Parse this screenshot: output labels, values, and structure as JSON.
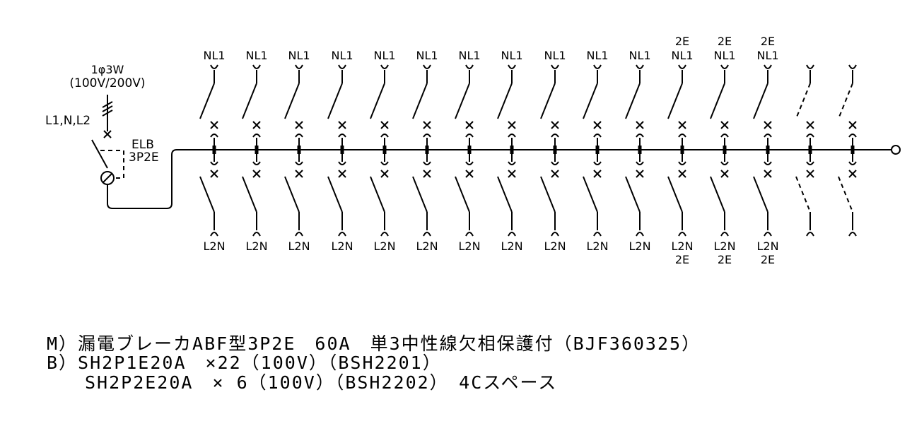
{
  "main_breaker": {
    "supply_system": "1φ3W",
    "supply_voltage": "(100V/200V)",
    "phases": "L1,N,L2",
    "type": "ELB",
    "poles": "3P2E"
  },
  "branches": [
    {
      "top_label": "NL1",
      "bottom_label": "L2N",
      "dashed": false
    },
    {
      "top_label": "NL1",
      "bottom_label": "L2N",
      "dashed": false
    },
    {
      "top_label": "NL1",
      "bottom_label": "L2N",
      "dashed": false
    },
    {
      "top_label": "NL1",
      "bottom_label": "L2N",
      "dashed": false
    },
    {
      "top_label": "NL1",
      "bottom_label": "L2N",
      "dashed": false
    },
    {
      "top_label": "NL1",
      "bottom_label": "L2N",
      "dashed": false
    },
    {
      "top_label": "NL1",
      "bottom_label": "L2N",
      "dashed": false
    },
    {
      "top_label": "NL1",
      "bottom_label": "L2N",
      "dashed": false
    },
    {
      "top_label": "NL1",
      "bottom_label": "L2N",
      "dashed": false
    },
    {
      "top_label": "NL1",
      "bottom_label": "L2N",
      "dashed": false
    },
    {
      "top_label": "NL1",
      "bottom_label": "L2N",
      "dashed": false
    },
    {
      "top_label": "NL1",
      "top_sub": "2E",
      "bottom_label": "L2N",
      "bottom_sub": "2E",
      "dashed": false
    },
    {
      "top_label": "NL1",
      "top_sub": "2E",
      "bottom_label": "L2N",
      "bottom_sub": "2E",
      "dashed": false
    },
    {
      "top_label": "NL1",
      "top_sub": "2E",
      "bottom_label": "L2N",
      "bottom_sub": "2E",
      "dashed": false
    },
    {
      "top_label": "",
      "bottom_label": "",
      "dashed": true
    },
    {
      "top_label": "",
      "bottom_label": "",
      "dashed": true
    }
  ],
  "notes": [
    "M）漏電ブレーカABF型3P2E　60A　単3中性線欠相保護付（BJF360325）",
    "B）SH2P1E20A　×22（100V）（BSH2201）",
    "　　SH2P2E20A　× 6（100V）（BSH2202）　4Cスペース"
  ]
}
